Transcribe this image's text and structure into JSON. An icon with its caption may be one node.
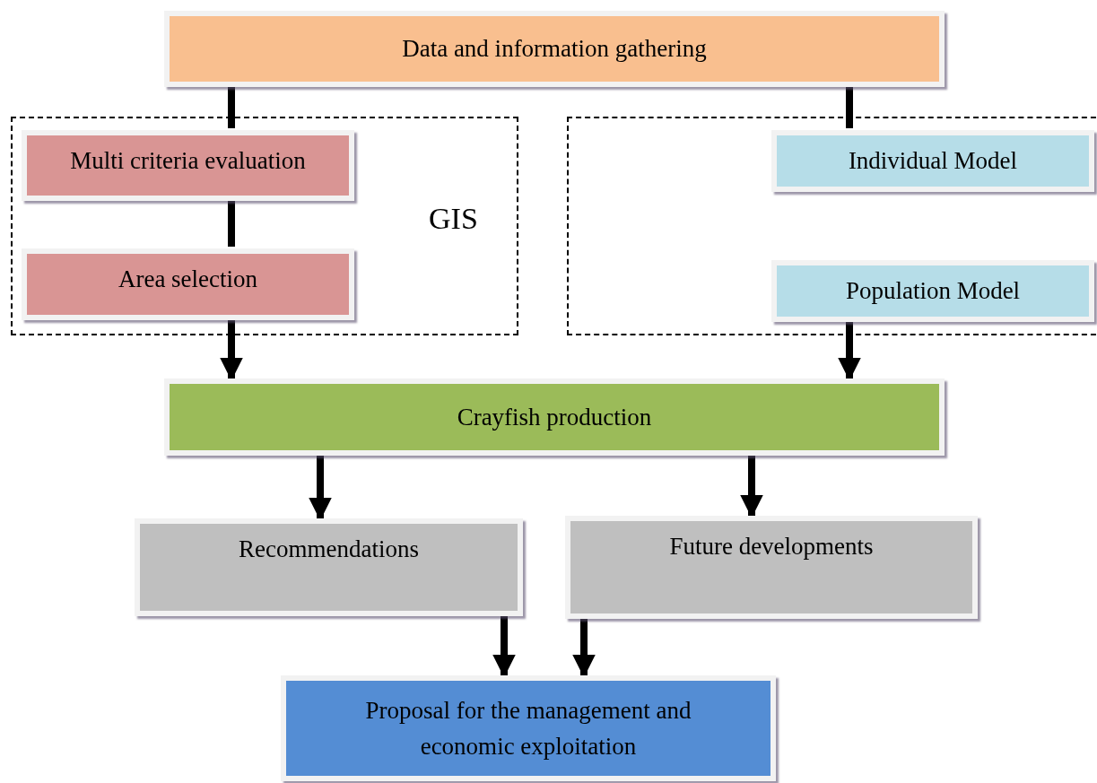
{
  "diagram": {
    "nodes": [
      {
        "text": [
          "Data and information gathering"
        ]
      },
      {
        "text": [
          "GIS"
        ]
      },
      {
        "text": [
          "Multi criteria evaluation"
        ],
        "in": 1
      },
      {
        "text": [
          "Area selection"
        ],
        "in": 1
      },
      {
        "text": [],
        "shape": "box"
      },
      {
        "text": [
          "Individual Model"
        ],
        "in": 4
      },
      {
        "text": [
          "Population Model"
        ],
        "in": 4
      },
      {
        "text": [
          "Crayfish production"
        ]
      },
      {
        "text": [
          "Recommendations"
        ]
      },
      {
        "text": [
          "Future developments"
        ]
      },
      {
        "text": [
          "Proposal for the management and economic exploitation"
        ]
      }
    ],
    "edges": [
      {
        "from": 0,
        "to": 2,
        "arrow": "none"
      },
      {
        "from": 0,
        "to": 5,
        "arrow": "none"
      },
      {
        "from": 2,
        "to": 3,
        "arrow": "none"
      },
      {
        "from": 3,
        "to": 7,
        "arrow": "to"
      },
      {
        "from": 6,
        "to": 7,
        "arrow": "to"
      },
      {
        "from": 7,
        "to": 8,
        "arrow": "to"
      },
      {
        "from": 7,
        "to": 9,
        "arrow": "to"
      },
      {
        "from": 8,
        "to": 10,
        "arrow": "to"
      },
      {
        "from": 9,
        "to": 10,
        "arrow": "to"
      }
    ]
  }
}
